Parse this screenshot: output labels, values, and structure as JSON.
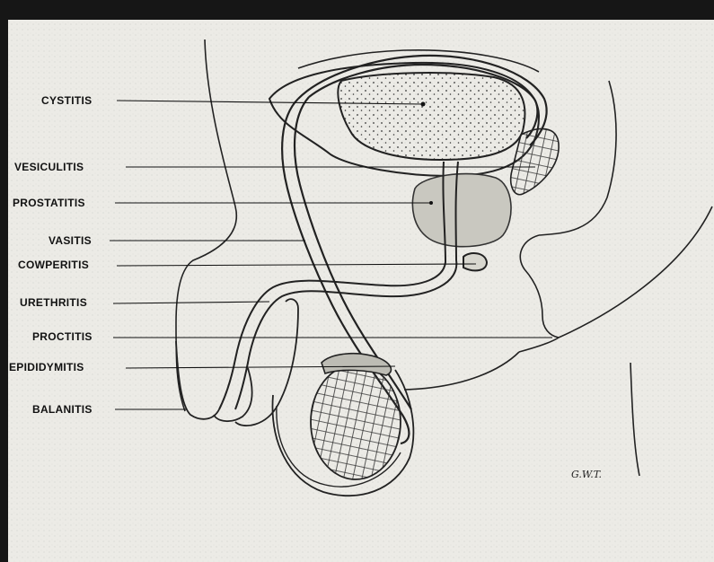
{
  "labels": {
    "cystitis": "CYSTITIS",
    "vesiculitis": "VESICULITIS",
    "prostatitis": "PROSTATITIS",
    "vasitis": "VASITIS",
    "cowperitis": "COWPERITIS",
    "urethritis": "URETHRITIS",
    "proctitis": "PROCTITIS",
    "epididymitis": "EPIDIDYMITIS",
    "balanitis": "BALANITIS"
  },
  "signature": "G.W.T."
}
